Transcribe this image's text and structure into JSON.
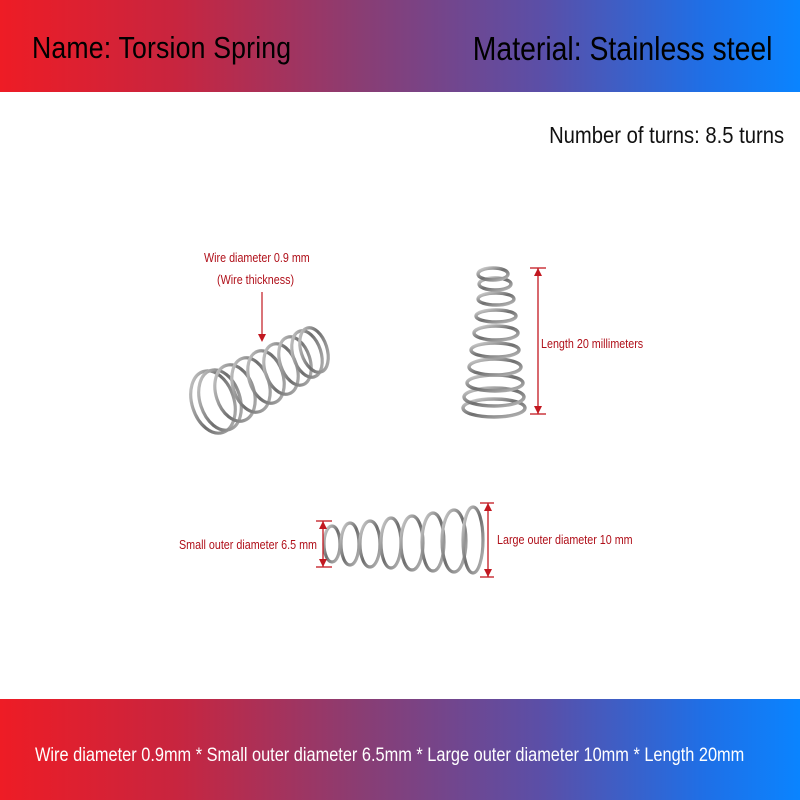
{
  "header": {
    "name_text": "Name: Torsion Spring",
    "material_text": "Material: Stainless steel"
  },
  "turns_text": "Number of turns: 8.5 turns",
  "annotations": {
    "wire_diameter": "Wire diameter 0.9 mm",
    "wire_thickness": "(Wire thickness)",
    "length": "Length 20 millimeters",
    "small_outer_diameter": "Small outer diameter 6.5 mm",
    "large_outer_diameter": "Large outer diameter 10 mm"
  },
  "footer": {
    "spec_text": "Wire diameter 0.9mm * Small outer diameter 6.5mm * Large outer diameter 10mm * Length 20mm"
  },
  "colors": {
    "banner_left": "#ee1c25",
    "banner_right": "#0a84ff",
    "annotation_red": "#b0101a",
    "spring_steel": "#8a8a8a"
  }
}
